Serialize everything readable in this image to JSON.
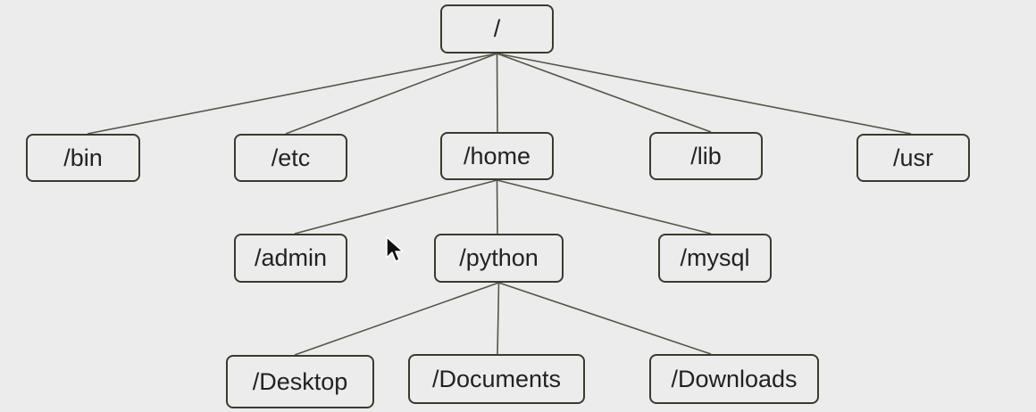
{
  "tree": {
    "nodes": [
      {
        "id": "root",
        "label": "/"
      },
      {
        "id": "bin",
        "label": "/bin"
      },
      {
        "id": "etc",
        "label": "/etc"
      },
      {
        "id": "home",
        "label": "/home"
      },
      {
        "id": "lib",
        "label": "/lib"
      },
      {
        "id": "usr",
        "label": "/usr"
      },
      {
        "id": "admin",
        "label": "/admin"
      },
      {
        "id": "python",
        "label": "/python"
      },
      {
        "id": "mysql",
        "label": "/mysql"
      },
      {
        "id": "desktop",
        "label": "/Desktop"
      },
      {
        "id": "documents",
        "label": "/Documents"
      },
      {
        "id": "downloads",
        "label": "/Downloads"
      }
    ],
    "edges": [
      [
        "root",
        "bin"
      ],
      [
        "root",
        "etc"
      ],
      [
        "root",
        "home"
      ],
      [
        "root",
        "lib"
      ],
      [
        "root",
        "usr"
      ],
      [
        "home",
        "admin"
      ],
      [
        "home",
        "python"
      ],
      [
        "home",
        "mysql"
      ],
      [
        "python",
        "desktop"
      ],
      [
        "python",
        "documents"
      ],
      [
        "python",
        "downloads"
      ]
    ]
  },
  "colors": {
    "background": "#ececec",
    "border": "#3a3a2e",
    "edge": "#55554a",
    "text": "#222222"
  }
}
